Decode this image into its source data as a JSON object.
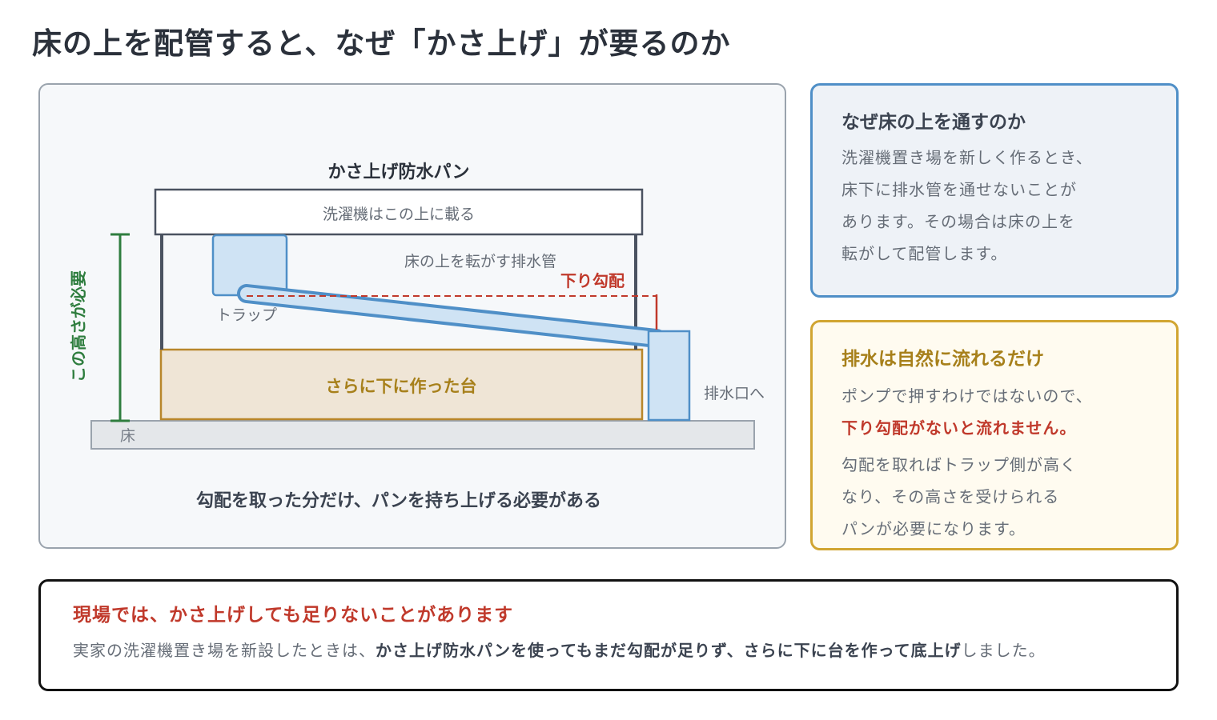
{
  "title": "床の上を配管すると、なぜ「かさ上げ」が要るのか",
  "diagram": {
    "pan_title": "かさ上げ防水パン",
    "pan_label": "洗濯機はこの上に載る",
    "pipe_label": "床の上を転がす排水管",
    "slope_label": "下り勾配",
    "trap_label": "トラップ",
    "height_label": "この高さが必要",
    "base_label": "さらに下に作った台",
    "outlet_label": "排水口へ",
    "floor_label": "床",
    "caption": "勾配を取った分だけ、パンを持ち上げる必要がある",
    "colors": {
      "pipe": "#4f8fc7",
      "pipe_fill": "#cfe3f4",
      "base": "#b8862b",
      "base_fill": "#efe5d6",
      "slope": "#c0392b",
      "height": "#2e7d3e"
    }
  },
  "why_card": {
    "heading": "なぜ床の上を通すのか",
    "lines": [
      "洗濯機置き場を新しく作るとき、",
      "床下に排水管を通せないことが",
      "あります。その場合は床の上を",
      "転がして配管します。"
    ]
  },
  "drain_card": {
    "heading": "排水は自然に流れるだけ",
    "line1": "ポンプで押すわけではないので、",
    "emphasis": "下り勾配がないと流れません。",
    "lines": [
      "勾配を取ればトラップ側が高く",
      "なり、その高さを受けられる",
      "パンが必要になります。"
    ]
  },
  "note": {
    "heading": "現場では、かさ上げしても足りないことがあります",
    "text_before": "実家の洗濯機置き場を新設したときは、",
    "text_bold": "かさ上げ防水パンを使ってもまだ勾配が足りず、さらに下に台を作って底上げ",
    "text_after": "しました。"
  }
}
